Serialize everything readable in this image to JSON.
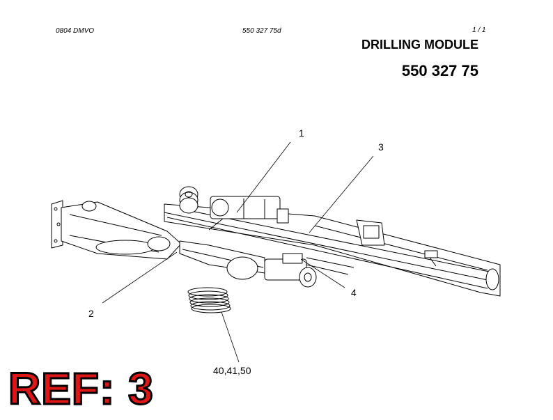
{
  "header": {
    "doc_code": "0804 DMVO",
    "drawing_code": "550 327 75d",
    "page": "1 /   1"
  },
  "title": "DRILLING MODULE",
  "part_number": "550 327 75",
  "callouts": {
    "c1": "1",
    "c2": "2",
    "c3": "3",
    "c4": "4",
    "c5": "40,41,50"
  },
  "ref_label": "REF: 3",
  "colors": {
    "line": "#000000",
    "ref": "#dd1717"
  }
}
